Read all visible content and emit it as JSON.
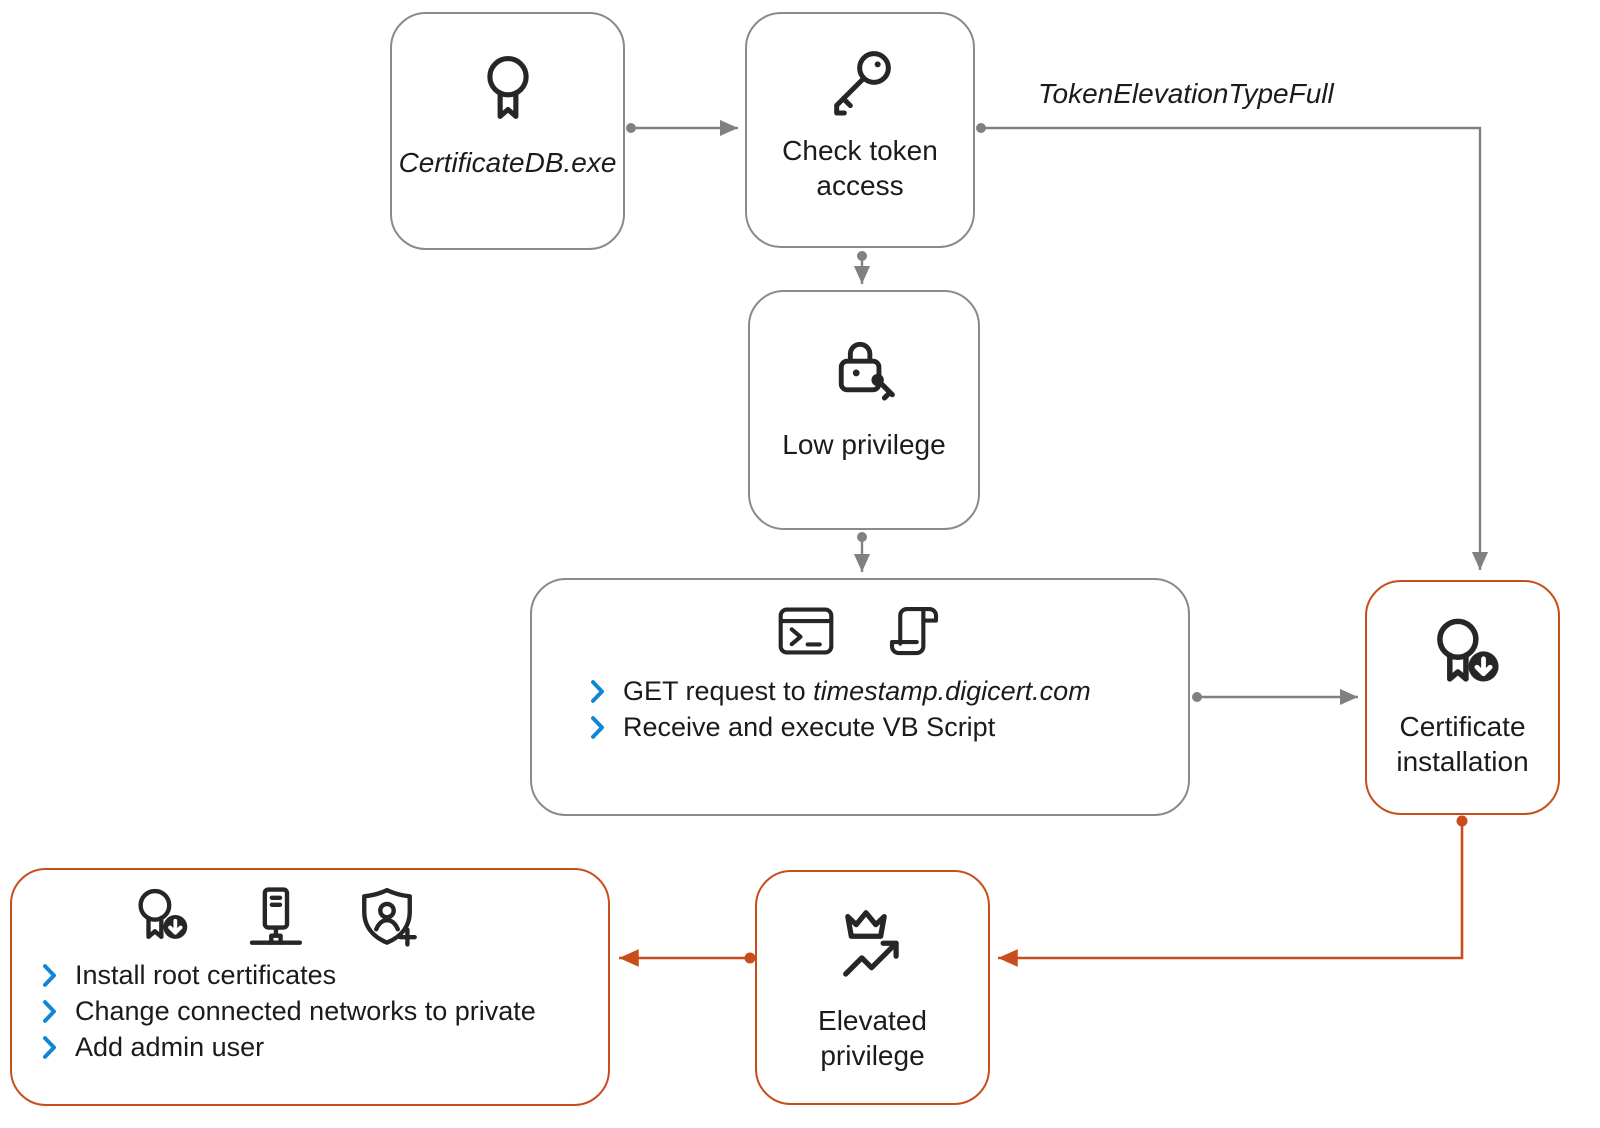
{
  "diagram": {
    "edge_label": "TokenElevationTypeFull",
    "nodes": {
      "certificatedb": {
        "label": "CertificateDB.exe"
      },
      "check_token": {
        "label": "Check token access"
      },
      "low_privilege": {
        "label": "Low privilege"
      },
      "script": {
        "bullets": [
          {
            "prefix": "GET request to ",
            "italic": "timestamp.digicert.com"
          },
          {
            "prefix": "Receive and execute VB Script",
            "italic": ""
          }
        ]
      },
      "cert_install": {
        "label": "Certificate installation"
      },
      "elevated": {
        "label": "Elevated privilege"
      },
      "actions": {
        "bullets": [
          "Install root certificates",
          "Change connected networks to private",
          "Add admin user"
        ]
      }
    },
    "icons": {
      "certificate-icon": "award ribbon outline",
      "key-icon": "key",
      "lock-key-icon": "padlock with small key",
      "terminal-icon": "command prompt window",
      "script-icon": "scroll",
      "certificate-install-icon": "award ribbon with download badge",
      "elevate-icon": "crown with rising arrow",
      "server-icon": "pc tower with network line",
      "shield-user-add-icon": "shield with person and plus",
      "chevron-right-icon": "blue chevron bullet"
    },
    "colors": {
      "box_border_gray": "#8a8a8a",
      "box_border_orange": "#c74e1c",
      "connector_gray": "#808080",
      "bullet_blue": "#1086d8",
      "icon_black": "#262626",
      "text": "#1b1b1b"
    }
  }
}
